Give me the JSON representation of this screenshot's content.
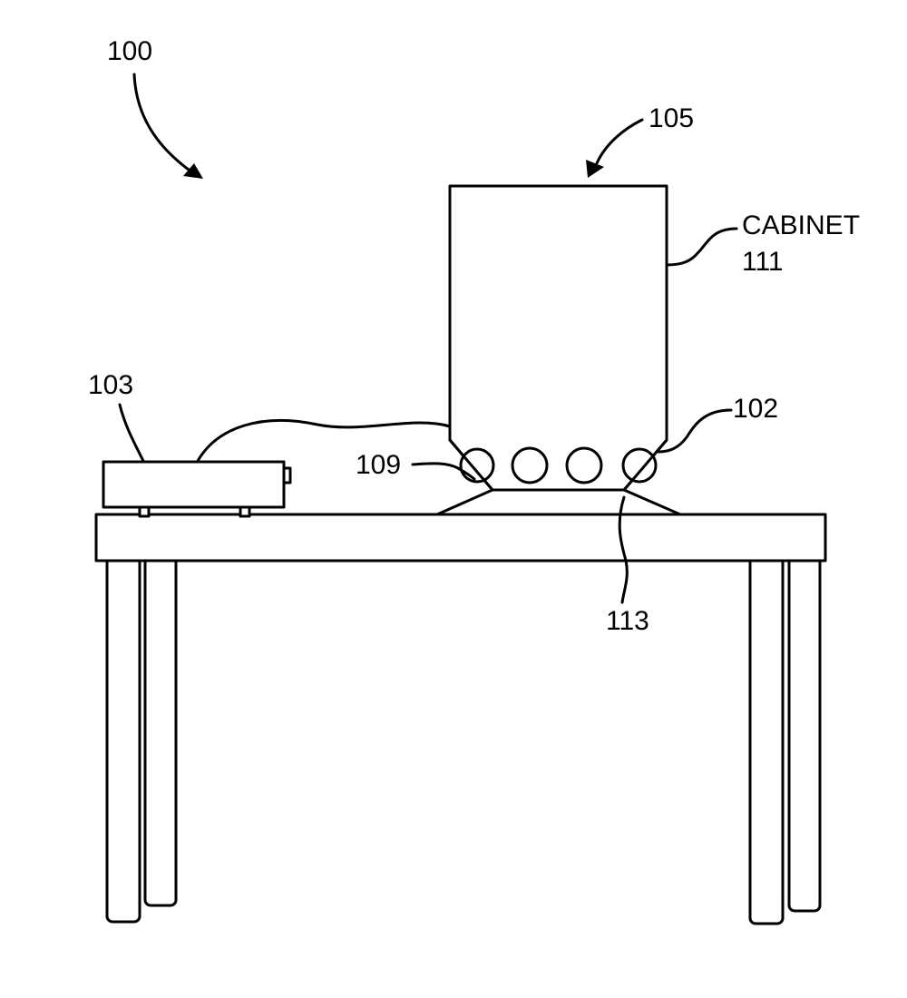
{
  "figure": {
    "labels": {
      "system": "100",
      "controller": "103",
      "assembly": "105",
      "cabinet_name": "CABINET",
      "cabinet_ref": "111",
      "rollers": "102",
      "guide": "109",
      "base": "113"
    },
    "colors": {
      "line": "#000000",
      "background": "#ffffff"
    }
  }
}
